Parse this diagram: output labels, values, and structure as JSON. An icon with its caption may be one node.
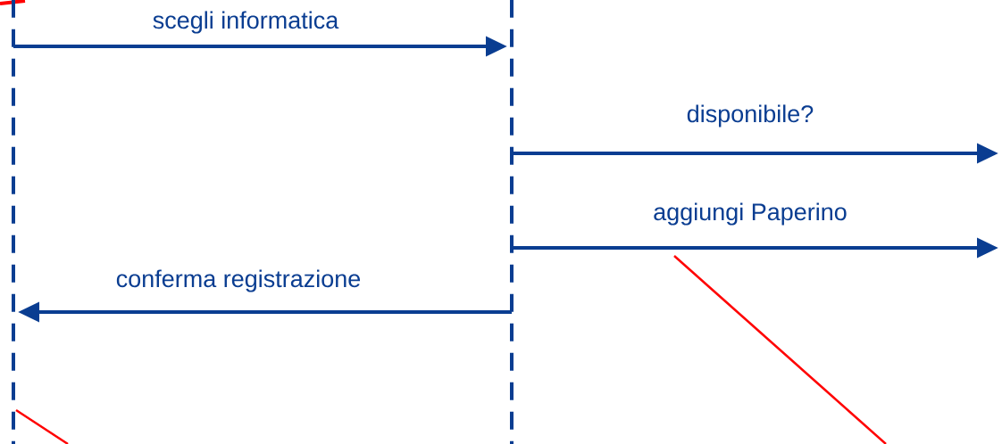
{
  "diagram": {
    "nodes": [
      {
        "text": [],
        "shape": "line"
      },
      {
        "text": [],
        "shape": "line"
      }
    ],
    "edges": [
      {
        "from": 0,
        "to": 1,
        "arrow": "to",
        "label": "scegli informatica"
      },
      {
        "from": 1,
        "to": null,
        "arrow": "to",
        "label": "disponibile?"
      },
      {
        "from": 1,
        "to": null,
        "arrow": "to",
        "label": "aggiungi Paperino"
      },
      {
        "from": 1,
        "to": 0,
        "arrow": "to",
        "label": "conferma registrazione"
      }
    ]
  }
}
